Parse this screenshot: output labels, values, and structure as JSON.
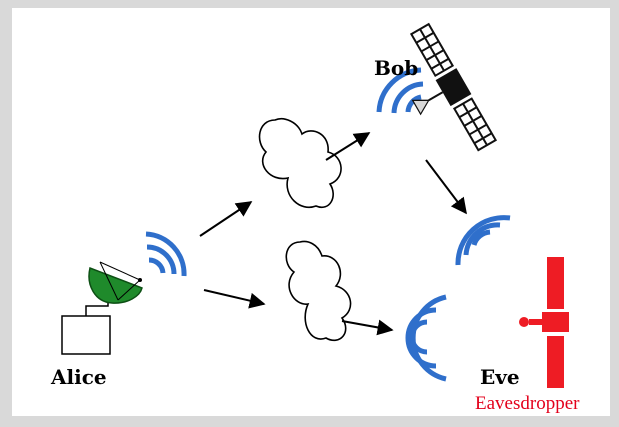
{
  "labels": {
    "alice": "Alice",
    "bob": "Bob",
    "eve": "Eve",
    "eavesdropper": "Eavesdropper"
  },
  "colors": {
    "wave": "#2f6fcb",
    "dish": "#1f8a2b",
    "eve_satellite": "#ee1c24",
    "bob_satellite": "#111111",
    "eavesdropper_text": "#e3001b"
  },
  "icons": {
    "alice": "ground-dish-antenna-icon",
    "bob": "black-satellite-icon",
    "eve": "red-satellite-icon",
    "signal": "radio-waves-icon",
    "cloud": "cloud-icon"
  }
}
